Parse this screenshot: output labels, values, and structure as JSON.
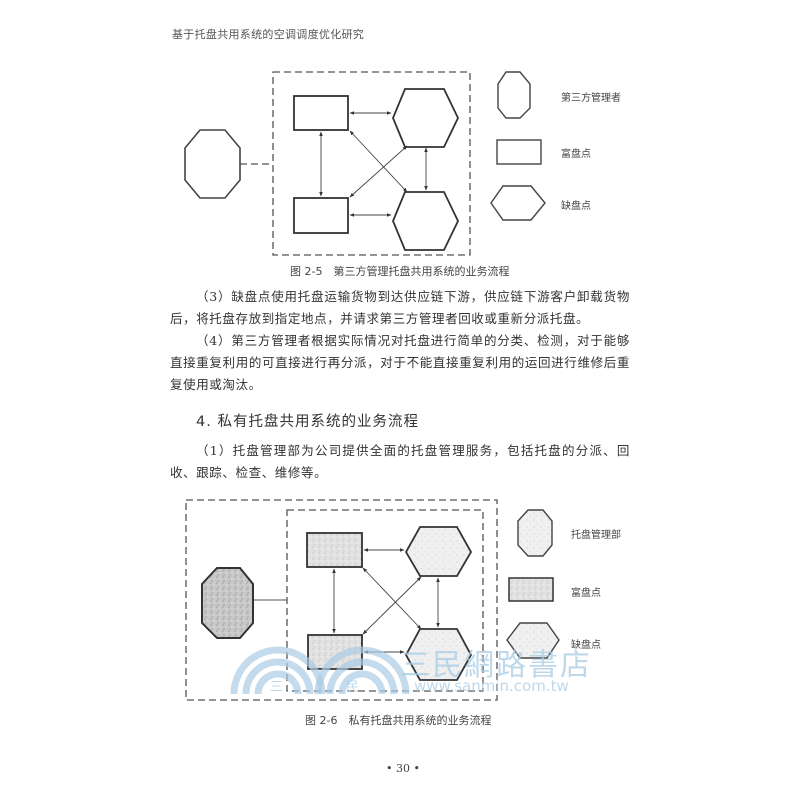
{
  "running_header": "基于托盘共用系统的空调调度优化研究",
  "figure_2_5": {
    "caption": "图 2-5　第三方管理托盘共用系统的业务流程",
    "legend": [
      {
        "shape": "octagon",
        "label": "第三方管理者"
      },
      {
        "shape": "rectangle",
        "label": "富盘点"
      },
      {
        "shape": "hexagon",
        "label": "缺盘点"
      }
    ]
  },
  "paragraphs_1": [
    {
      "text": "（3）缺盘点使用托盘运输货物到达供应链下游，供应链下游客户卸载货物后，将托盘存放到指定地点，并请求第三方管理者回收或重新分派托盘。"
    },
    {
      "text": "（4）第三方管理者根据实际情况对托盘进行简单的分类、检测，对于能够直接重复利用的可直接进行再分派，对于不能直接重复利用的运回进行维修后重复使用或淘汰。"
    }
  ],
  "section": {
    "heading": "4. 私有托盘共用系统的业务流程"
  },
  "paragraphs_2": [
    {
      "text": "（1）托盘管理部为公司提供全面的托盘管理服务，包括托盘的分派、回收、跟踪、检查、维修等。"
    }
  ],
  "figure_2_6": {
    "caption": "图 2-6　私有托盘共用系统的业务流程",
    "legend": [
      {
        "shape": "octagon",
        "label": "托盘管理部"
      },
      {
        "shape": "rectangle",
        "label": "富盘点"
      },
      {
        "shape": "hexagon",
        "label": "缺盘点"
      }
    ]
  },
  "watermark": {
    "main_text": "三民網路書店",
    "url_text": "www.sanmin.com.tw",
    "arc_left_char": "三",
    "arc_right_char": "民",
    "color": "#a9cce4"
  },
  "page_number": "• 30 •"
}
